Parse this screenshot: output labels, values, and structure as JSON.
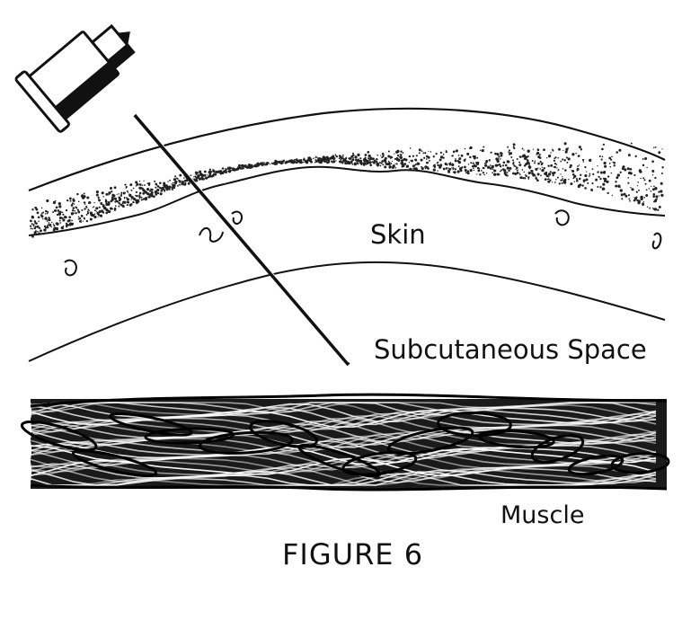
{
  "labels": {
    "skin": "Skin",
    "subcutaneous": "Subcutaneous Space",
    "muscle": "Muscle"
  },
  "caption": "FIGURE 6",
  "colors": {
    "ink": "#111111",
    "background": "#ffffff"
  }
}
